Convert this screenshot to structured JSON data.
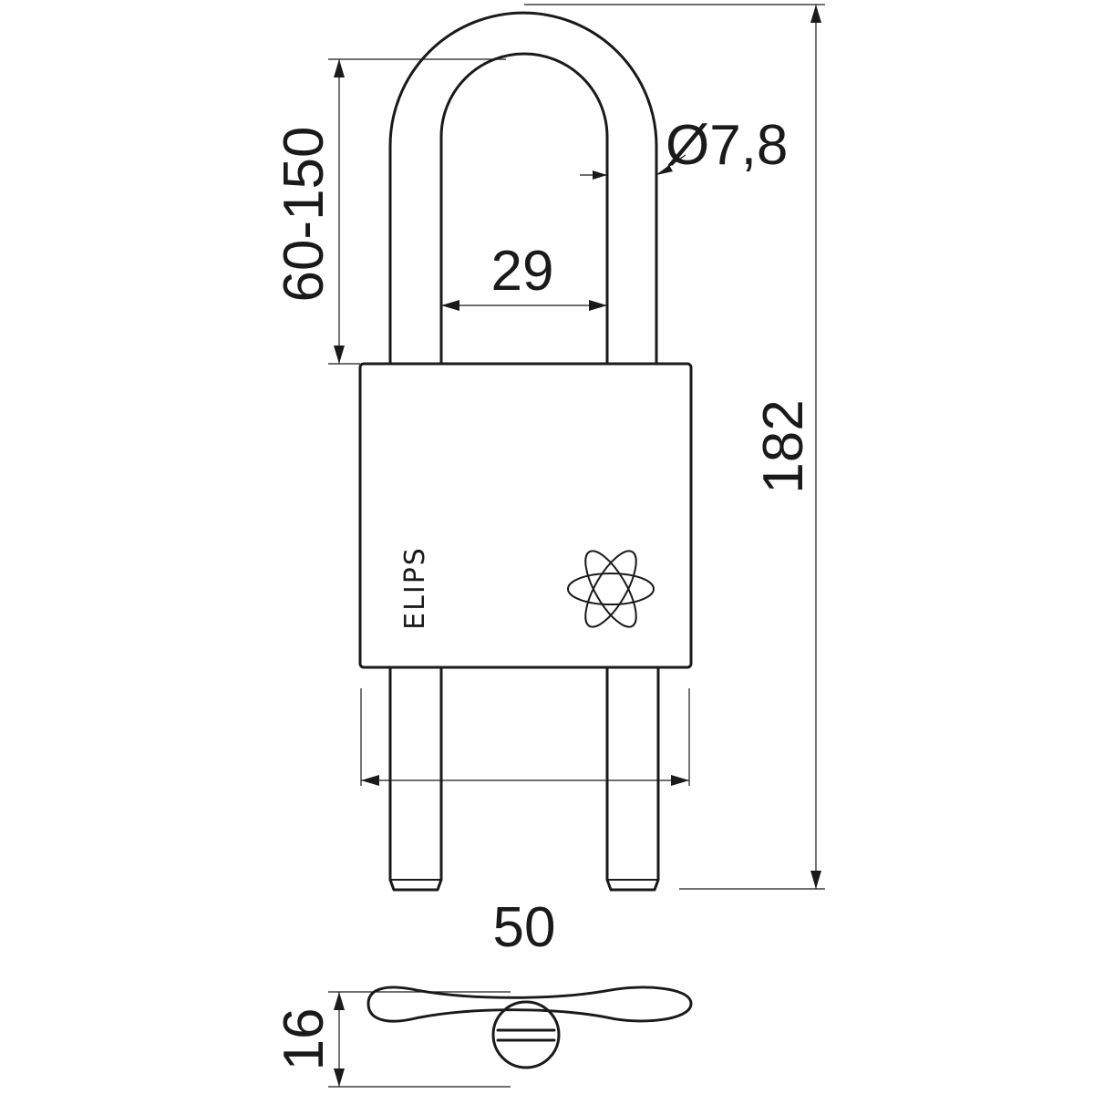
{
  "drawing": {
    "brand": "ELIPS",
    "logo_icon": "atom-orbit-icon",
    "dimensions": {
      "shackle_clearance": "60-150",
      "shackle_diameter": "Ø7,8",
      "inner_width": "29",
      "total_height": "182",
      "body_width": "50",
      "body_thickness": "16"
    }
  }
}
